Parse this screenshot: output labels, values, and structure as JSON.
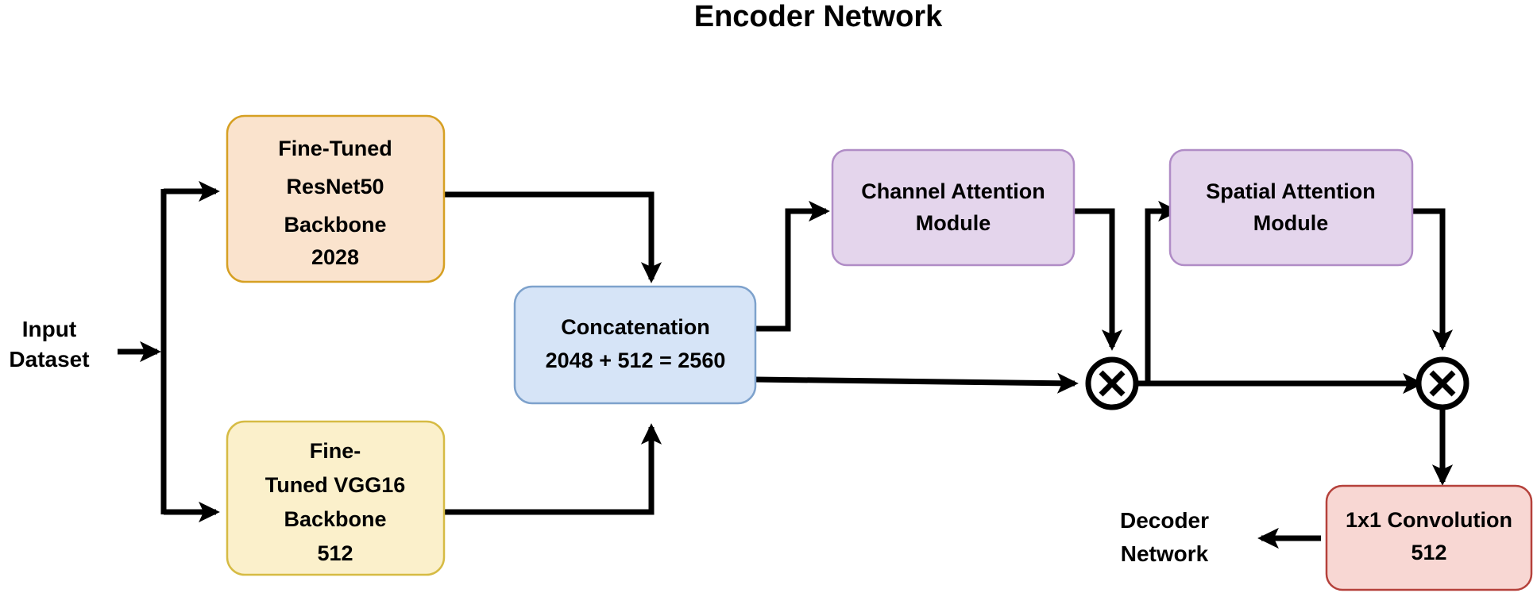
{
  "title": "Encoder Network",
  "colors": {
    "resnet_fill": "#fae3cd",
    "resnet_stroke": "#d6a023",
    "vgg_fill": "#fbf0cb",
    "vgg_stroke": "#d6bb44",
    "concat_fill": "#d6e4f7",
    "concat_stroke": "#7ea2cc",
    "attention_fill": "#e4d5ec",
    "attention_stroke": "#b08cc6",
    "conv_fill": "#f8d7d3",
    "conv_stroke": "#b5413b",
    "edge": "#000000",
    "text": "#000000",
    "background": "#ffffff"
  },
  "nodes": {
    "input": {
      "name": "input-dataset",
      "lines": [
        "Input",
        "Dataset"
      ]
    },
    "resnet": {
      "name": "fine-tuned-resnet50-backbone",
      "lines": [
        "Fine-Tuned",
        "ResNet50",
        "Backbone",
        "2028"
      ]
    },
    "vgg": {
      "name": "fine-tuned-vgg16-backbone",
      "lines": [
        "Fine-",
        "Tuned VGG16",
        "Backbone",
        "512"
      ]
    },
    "concat": {
      "name": "concatenation",
      "lines": [
        "Concatenation",
        "2048 + 512 = 2560"
      ]
    },
    "channel_attention": {
      "name": "channel-attention-module",
      "lines": [
        "Channel Attention",
        "Module"
      ]
    },
    "spatial_attention": {
      "name": "spatial-attention-module",
      "lines": [
        "Spatial Attention",
        "Module"
      ]
    },
    "multiply_1": {
      "name": "multiply-operator-1",
      "symbol": "x"
    },
    "multiply_2": {
      "name": "multiply-operator-2",
      "symbol": "x"
    },
    "conv": {
      "name": "1x1-convolution",
      "lines": [
        "1x1 Convolution",
        "512"
      ]
    },
    "decoder": {
      "name": "decoder-network",
      "lines": [
        "Decoder",
        "Network"
      ]
    }
  },
  "edges": [
    {
      "name": "edge-input-to-split",
      "from": "input",
      "to": "split"
    },
    {
      "name": "edge-split-to-resnet",
      "from": "split",
      "to": "resnet"
    },
    {
      "name": "edge-split-to-vgg",
      "from": "split",
      "to": "vgg"
    },
    {
      "name": "edge-resnet-to-concat",
      "from": "resnet",
      "to": "concat"
    },
    {
      "name": "edge-vgg-to-concat",
      "from": "vgg",
      "to": "concat"
    },
    {
      "name": "edge-concat-to-channel-attention",
      "from": "concat",
      "to": "channel_attention"
    },
    {
      "name": "edge-concat-to-multiply-1",
      "from": "concat",
      "to": "multiply_1"
    },
    {
      "name": "edge-channel-attention-to-multiply-1",
      "from": "channel_attention",
      "to": "multiply_1"
    },
    {
      "name": "edge-multiply-1-to-spatial-attention",
      "from": "multiply_1",
      "to": "spatial_attention"
    },
    {
      "name": "edge-multiply-1-to-multiply-2",
      "from": "multiply_1",
      "to": "multiply_2"
    },
    {
      "name": "edge-spatial-attention-to-multiply-2",
      "from": "spatial_attention",
      "to": "multiply_2"
    },
    {
      "name": "edge-multiply-2-to-conv",
      "from": "multiply_2",
      "to": "conv"
    },
    {
      "name": "edge-conv-to-decoder",
      "from": "conv",
      "to": "decoder"
    }
  ]
}
